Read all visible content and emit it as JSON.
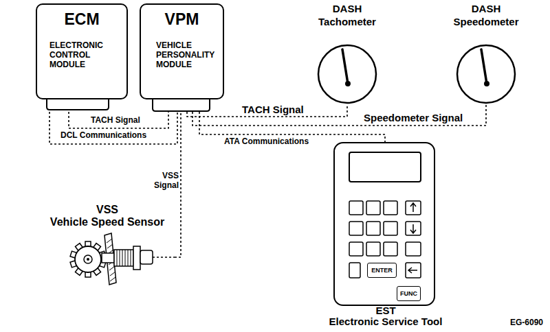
{
  "diagram": {
    "nodes": [
      {
        "text": [
          "ECM",
          "ELECTRONIC CONTROL MODULE"
        ]
      },
      {
        "text": [
          "VPM",
          "VEHICLE PERSONALITY MODULE"
        ]
      },
      {
        "text": [
          "DASH Tachometer"
        ]
      },
      {
        "text": [
          "DASH Speedometer"
        ]
      },
      {
        "text": [
          "VSS",
          "Vehicle Speed Sensor"
        ]
      },
      {
        "text": [
          "EST",
          "Electronic Service Tool"
        ]
      },
      {
        "text": [
          "ENTER"
        ],
        "in": 5
      },
      {
        "text": [
          "FUNC"
        ],
        "in": 5
      }
    ],
    "edges": [
      {
        "from": 0,
        "to": 1,
        "label": "TACH Signal",
        "arrow": "none"
      },
      {
        "from": 0,
        "to": 1,
        "label": "DCL Communications",
        "arrow": "none"
      },
      {
        "from": 1,
        "to": 2,
        "label": "TACH Signal",
        "arrow": "none"
      },
      {
        "from": 1,
        "to": 3,
        "label": "Speedometer Signal",
        "arrow": "none"
      },
      {
        "from": 1,
        "to": 5,
        "label": "ATA Communications",
        "arrow": "none"
      },
      {
        "from": 4,
        "to": 1,
        "label": "VSS Signal",
        "arrow": "none"
      }
    ],
    "labels": [
      "EG-6090"
    ]
  }
}
